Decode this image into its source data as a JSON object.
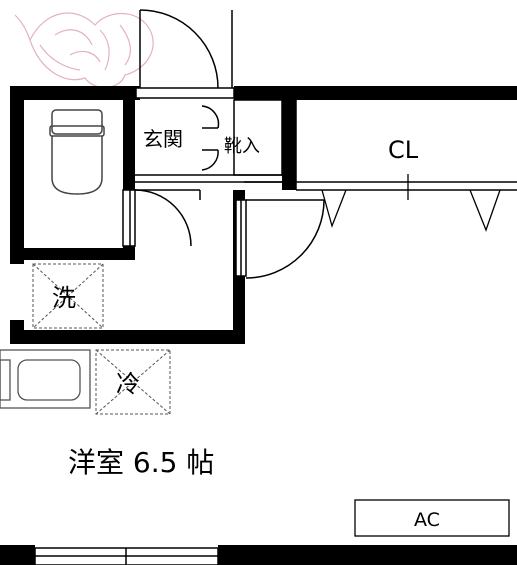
{
  "floorplan": {
    "rooms": {
      "entrance": "玄関",
      "shoe_storage": "靴入",
      "closet": "CL",
      "washer": "洗",
      "fridge": "冷",
      "main_room": "洋室 6.5 帖",
      "air_conditioner": "AC"
    },
    "colors": {
      "wall": "#000000",
      "background": "#ffffff",
      "logo_stroke": "#e2a8c2",
      "fixture_stroke": "#555555"
    },
    "icons": [
      "logo-flower-icon",
      "toilet-icon",
      "bathtub-icon",
      "door-swing-icon"
    ]
  }
}
